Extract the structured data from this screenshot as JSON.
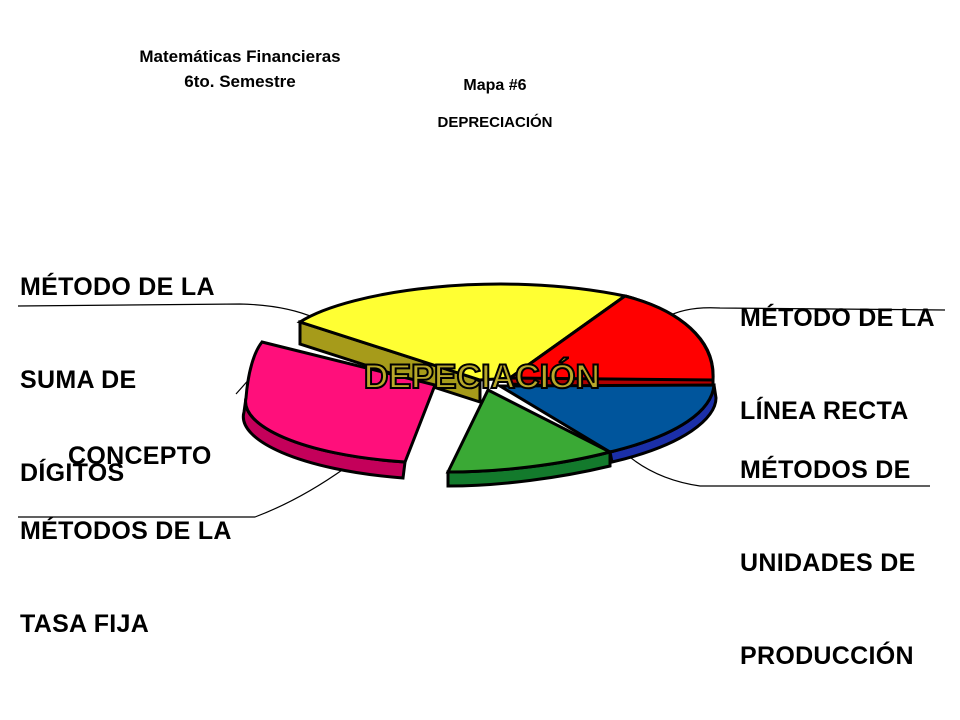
{
  "header": {
    "course_line1": "Matemáticas Financieras",
    "course_line2": "6to.  Semestre",
    "map_number": "Mapa  #6",
    "map_topic": "DEPRECIACIÓN"
  },
  "center_label": "DEPECIACIÓN",
  "labels": {
    "suma_digitos": [
      "MÉTODO DE LA",
      "SUMA DE",
      "DÍGITOS"
    ],
    "linea_recta": [
      "MÉTODO DE LA",
      "LÍNEA RECTA"
    ],
    "concepto": [
      "CONCEPTO"
    ],
    "unidades_produccion": [
      "MÉTODOS DE",
      "UNIDADES DE",
      "PRODUCCIÓN"
    ],
    "tasa_fija": [
      "MÉTODOS DE LA",
      "TASA FIJA"
    ]
  },
  "colors": {
    "yellow": "#ffff33",
    "yellow_side": "#a69b1a",
    "red": "#ff0000",
    "red_side": "#b00000",
    "blue": "#00559c",
    "blue_side": "#1b2fa8",
    "green": "#3aa935",
    "green_side": "#137a2c",
    "pink": "#ff0f7b",
    "pink_side": "#c4005a"
  }
}
